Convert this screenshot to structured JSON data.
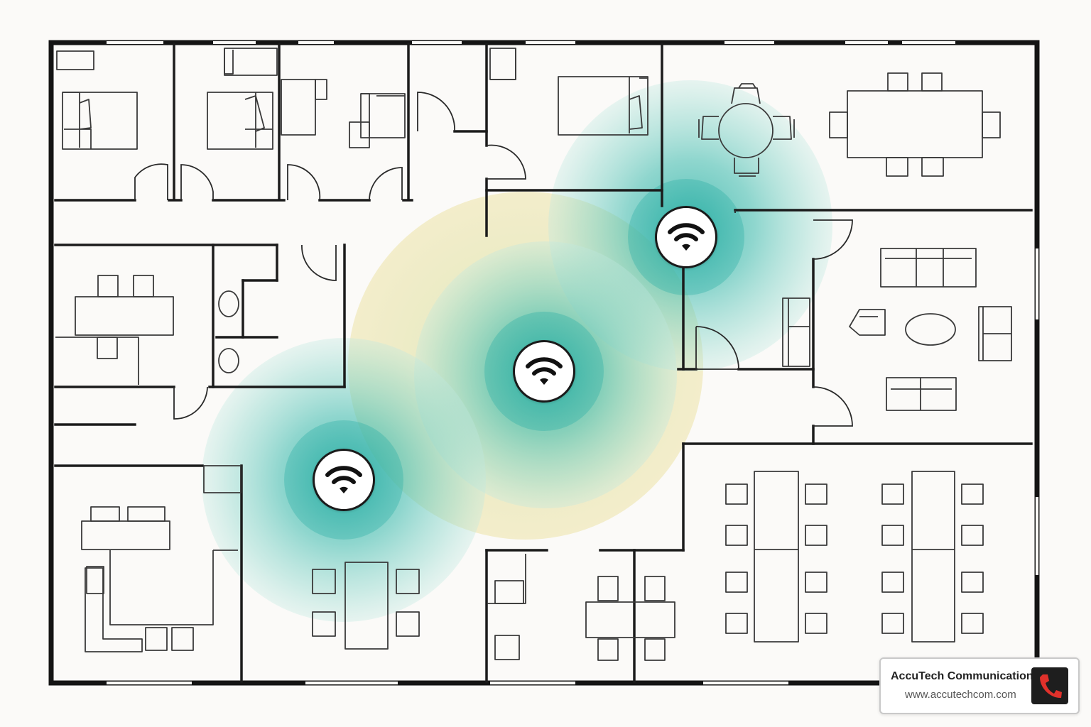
{
  "diagram": {
    "access_points": [
      {
        "id": "ap-left",
        "icon": "wifi-icon"
      },
      {
        "id": "ap-center",
        "icon": "wifi-icon"
      },
      {
        "id": "ap-right",
        "icon": "wifi-icon"
      }
    ],
    "coverage_colors": {
      "strong": "#38b8ad",
      "medium": "#7fd0c6",
      "weak": "#e4dd9a"
    }
  },
  "brand": {
    "name": "AccuTech Communication",
    "url": "www.accutechcom.com",
    "logo_icon": "phone-icon",
    "logo_color": "#e0312b"
  }
}
